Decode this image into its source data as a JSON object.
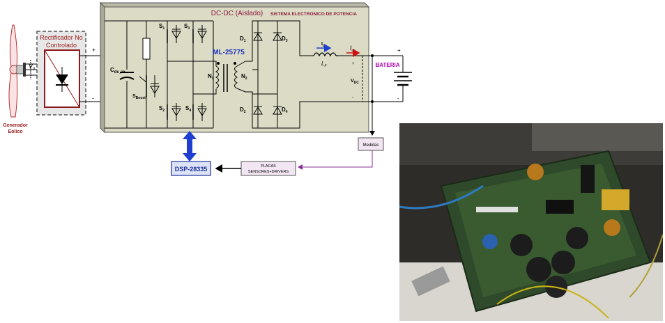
{
  "generator": {
    "label_line1": "Generador",
    "label_line2": "Eolico",
    "voltage": "V",
    "voltage_sub": "o"
  },
  "rectifier": {
    "title_line1": "Rectificador No",
    "title_line2": "Controlado"
  },
  "dcdc": {
    "title": "DC-DC (Aislado)",
    "subtitle": "SISTEMA ELECTRONICO DE POTENCIA"
  },
  "components": {
    "cap": "C",
    "cap_sub": "dc_in",
    "boost": "S",
    "boost_sub": "Boost",
    "s1": "S",
    "s1_sub": "1",
    "s2": "S",
    "s2_sub": "2",
    "s3": "S",
    "s3_sub": "3",
    "s4": "S",
    "s4_sub": "4",
    "transformer": "ML-25775",
    "n1": "N",
    "n1_sub": "1",
    "n2": "N",
    "n2_sub": "2",
    "d1": "D",
    "d1_sub": "1",
    "d2": "D",
    "d2_sub": "2",
    "d3": "D",
    "d3_sub": "3",
    "d4": "D",
    "d4_sub": "4",
    "il": "I",
    "il_sub": "L",
    "lf": "L",
    "lf_sub": "F",
    "io": "I",
    "io_sub": "o",
    "vdc": "V",
    "vdc_sub": "DC"
  },
  "battery": {
    "label": "BATERIA"
  },
  "polarity": {
    "plus": "+",
    "minus": "-"
  },
  "blocks": {
    "medidas": "Medidas",
    "placas_line1": "PLACAS",
    "placas_line2": "SENSORES+DRIVERS",
    "dsp": "DSP-28335"
  },
  "colors": {
    "dcdc_fill": "#dcdcc6",
    "rectifier_border": "#8b1a1a",
    "generator_label": "#9b1b1b",
    "title": "#8b1a3a",
    "transformer_label": "#1a2fc0",
    "battery_label": "#b000b0",
    "dsp_fill": "#dce3f7",
    "dsp_text": "#1b2e9c",
    "feedback": "#8a2f9a",
    "bus_arrow": "#1f3fd0"
  }
}
